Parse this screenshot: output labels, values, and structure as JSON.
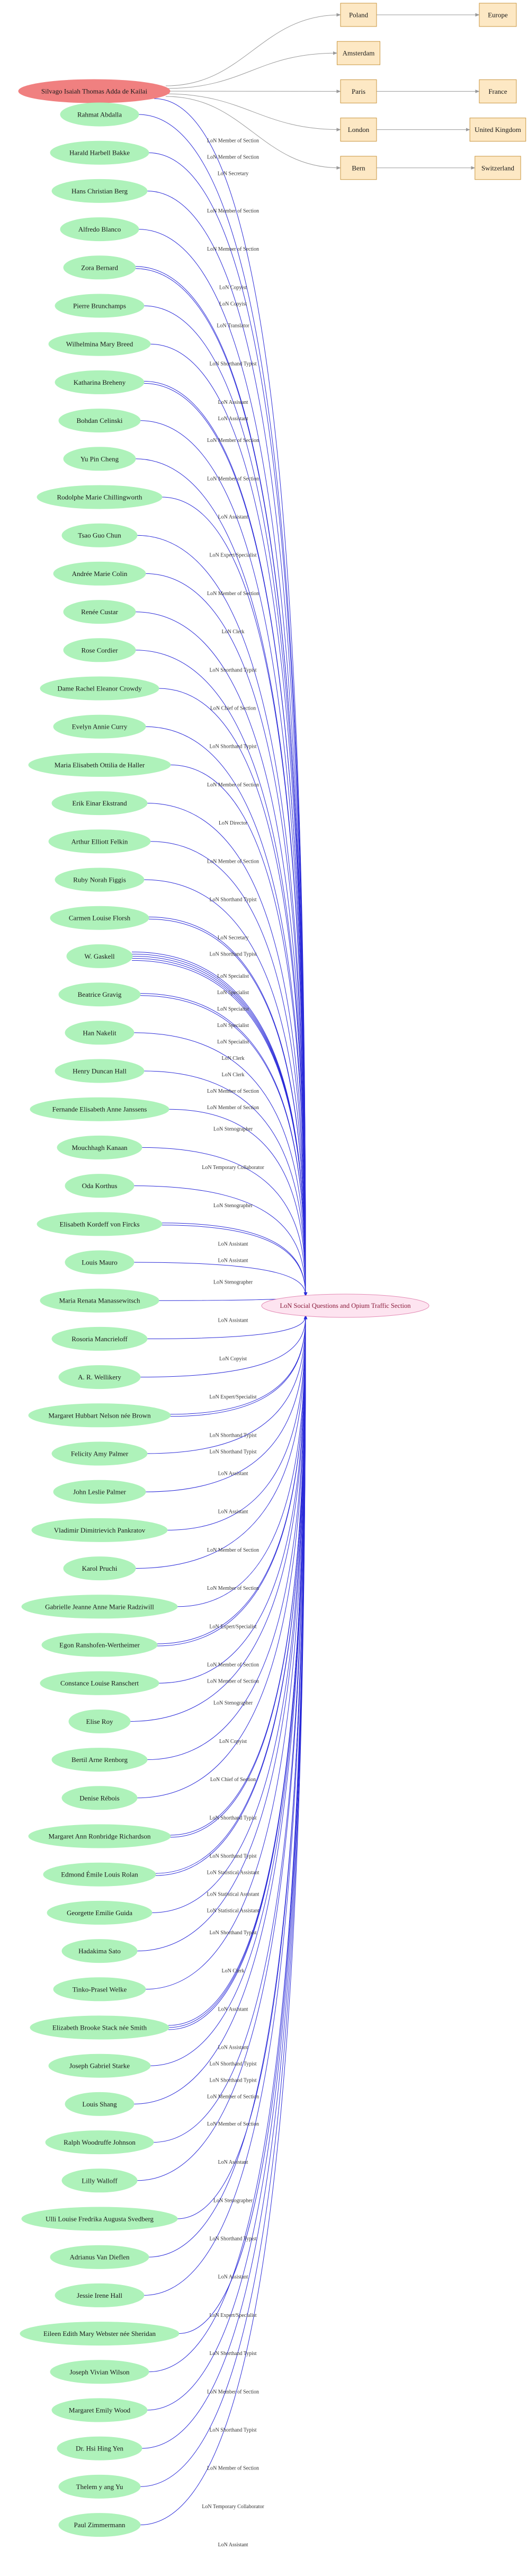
{
  "diagram": {
    "source": {
      "name": "Silvago Isaiah Thomas Adda de Kailai",
      "roles": [
        "LoN Member of Section"
      ]
    },
    "section": "LoN Social Questions and Opium Traffic Section",
    "places": [
      {
        "name": "Poland",
        "located_in": "Europe"
      },
      {
        "name": "Amsterdam",
        "located_in": null
      },
      {
        "name": "Paris",
        "located_in": "France"
      },
      {
        "name": "London",
        "located_in": "United Kingdom"
      },
      {
        "name": "Bern",
        "located_in": "Switzerland"
      }
    ],
    "people": [
      {
        "name": "Rahmat Abdalla",
        "roles": [
          "LoN Member of Section"
        ]
      },
      {
        "name": "Harald Harbell Bakke",
        "roles": [
          "LoN Secretary"
        ]
      },
      {
        "name": "Hans Christian Berg",
        "roles": [
          "LoN Member of Section"
        ]
      },
      {
        "name": "Alfredo Blanco",
        "roles": [
          "LoN Member of Section"
        ]
      },
      {
        "name": "Zora Bernard",
        "roles": [
          "LoN Copyist",
          "LoN Copyist"
        ]
      },
      {
        "name": "Pierre Brunchamps",
        "roles": [
          "LoN Translator"
        ]
      },
      {
        "name": "Wilhelmina Mary Breed",
        "roles": [
          "LoN Shorthand Typist"
        ]
      },
      {
        "name": "Katharina Breheny",
        "roles": [
          "LoN Assistant",
          "LoN Assistant"
        ]
      },
      {
        "name": "Bohdan Celinski",
        "roles": [
          "LoN Member of Section"
        ]
      },
      {
        "name": "Yu Pin Cheng",
        "roles": [
          "LoN Member of Section"
        ]
      },
      {
        "name": "Rodolphe Marie Chillingworth",
        "roles": [
          "LoN Assistant"
        ]
      },
      {
        "name": "Tsao Guo Chun",
        "roles": [
          "LoN Expert/Specialist"
        ]
      },
      {
        "name": "Andrée Marie Colin",
        "roles": [
          "LoN Member of Section"
        ]
      },
      {
        "name": "Renée Custar",
        "roles": [
          "LoN Clerk"
        ]
      },
      {
        "name": "Rose Cordier",
        "roles": [
          "LoN Shorthand Typist"
        ]
      },
      {
        "name": "Dame Rachel Eleanor Crowdy",
        "roles": [
          "LoN Chief of Section"
        ]
      },
      {
        "name": "Evelyn Annie Curry",
        "roles": [
          "LoN Shorthand Typist"
        ]
      },
      {
        "name": "Maria Elisabeth Ottilia de Haller",
        "roles": [
          "LoN Member of Section"
        ]
      },
      {
        "name": "Erik Einar Ekstrand",
        "roles": [
          "LoN Director"
        ]
      },
      {
        "name": "Arthur Elliott Felkin",
        "roles": [
          "LoN Member of Section"
        ]
      },
      {
        "name": "Ruby Norah Figgis",
        "roles": [
          "LoN Shorthand Typist"
        ]
      },
      {
        "name": "Carmen Louise Florsh",
        "roles": [
          "LoN Secretary",
          "LoN Shorthand Typist"
        ]
      },
      {
        "name": "W. Gaskell",
        "roles": [
          "LoN Specialist",
          "LoN Specialist",
          "LoN Specialist",
          "LoN Specialist",
          "LoN Specialist"
        ]
      },
      {
        "name": "Beatrice Gravig",
        "roles": [
          "LoN Clerk",
          "LoN Clerk"
        ]
      },
      {
        "name": "Han Nakelit",
        "roles": [
          "LoN Member of Section"
        ]
      },
      {
        "name": "Henry Duncan Hall",
        "roles": [
          "LoN Member of Section"
        ]
      },
      {
        "name": "Fernande Elisabeth Anne Janssens",
        "roles": [
          "LoN Stenographer"
        ]
      },
      {
        "name": "Mouchhagh Kanaan",
        "roles": [
          "LoN Temporary Collaborator"
        ]
      },
      {
        "name": "Oda Korthus",
        "roles": [
          "LoN Stenographer"
        ]
      },
      {
        "name": "Elisabeth Kordeff von Fircks",
        "roles": [
          "LoN Assistant",
          "LoN Assistant"
        ]
      },
      {
        "name": "Louis Mauro",
        "roles": [
          "LoN Stenographer"
        ]
      },
      {
        "name": "Maria Renata Manassewitsch",
        "roles": [
          "LoN Assistant"
        ]
      },
      {
        "name": "Rosoria Mancrieloff",
        "roles": [
          "LoN Copyist"
        ]
      },
      {
        "name": "A. R. Wellikery",
        "roles": [
          "LoN Expert/Specialist"
        ]
      },
      {
        "name": "Margaret Hubbart Nelson née Brown",
        "roles": [
          "LoN Shorthand Typist",
          "LoN Shorthand Typist"
        ]
      },
      {
        "name": "Felicity Amy Palmer",
        "roles": [
          "LoN Assistant"
        ]
      },
      {
        "name": "John Leslie Palmer",
        "roles": [
          "LoN Assistant"
        ]
      },
      {
        "name": "Vladimir Dimitrievich Pankratov",
        "roles": [
          "LoN Member of Section"
        ]
      },
      {
        "name": "Karol Pruchi",
        "roles": [
          "LoN Member of Section"
        ]
      },
      {
        "name": "Gabrielle Jeanne Anne Marie Radziwill",
        "roles": [
          "LoN Expert/Specialist"
        ]
      },
      {
        "name": "Egon Ranshofen-Wertheimer",
        "roles": [
          "LoN Member of Section",
          "LoN Member of Section"
        ]
      },
      {
        "name": "Constance Louise Ranschert",
        "roles": [
          "LoN Stenographer"
        ]
      },
      {
        "name": "Elise Roy",
        "roles": [
          "LoN Copyist"
        ]
      },
      {
        "name": "Bertil Arne Renborg",
        "roles": [
          "LoN Chief of Section"
        ]
      },
      {
        "name": "Denise Rébois",
        "roles": [
          "LoN Shorthand Typist"
        ]
      },
      {
        "name": "Margaret Ann Ronbridge Richardson",
        "roles": [
          "LoN Shorthand Typist",
          "LoN Statistical Assistant"
        ]
      },
      {
        "name": "Edmond Émile Louis Rolan",
        "roles": [
          "LoN Statistical Assistant",
          "LoN Statistical Assistant"
        ]
      },
      {
        "name": "Georgette Emilie Guida",
        "roles": [
          "LoN Shorthand Typist"
        ]
      },
      {
        "name": "Hadakima Sato",
        "roles": [
          "LoN Clerk"
        ]
      },
      {
        "name": "Tinko-Prasel Welke",
        "roles": [
          "LoN Assistant"
        ]
      },
      {
        "name": "Elizabeth Brooke Stack née Smith",
        "roles": [
          "LoN Assistant",
          "LoN Shorthand Typist",
          "LoN Shorthand Typist"
        ]
      },
      {
        "name": "Joseph Gabriel Starke",
        "roles": [
          "LoN Member of Section"
        ]
      },
      {
        "name": "Louis Shang",
        "roles": [
          "LoN Member of Section"
        ]
      },
      {
        "name": "Ralph Woodruffe Johnson",
        "roles": [
          "LoN Assistant"
        ]
      },
      {
        "name": "Lilly Walloff",
        "roles": [
          "LoN Stenographer"
        ]
      },
      {
        "name": "Ulli Louise Fredrika Augusta Svedberg",
        "roles": [
          "LoN Shorthand Typist"
        ]
      },
      {
        "name": "Adrianus Van Dieflen",
        "roles": [
          "LoN Assistant"
        ]
      },
      {
        "name": "Jessie Irene Hall",
        "roles": [
          "LoN Expert/Specialist"
        ]
      },
      {
        "name": "Eileen Edith Mary Webster née Sheridan",
        "roles": [
          "LoN Shorthand Typist"
        ]
      },
      {
        "name": "Joseph Vivian Wilson",
        "roles": [
          "LoN Member of Section"
        ]
      },
      {
        "name": "Margaret Emily Wood",
        "roles": [
          "LoN Shorthand Typist"
        ]
      },
      {
        "name": "Dr. Hsi Hing Yen",
        "roles": [
          "LoN Member of Section"
        ]
      },
      {
        "name": "Thelem y ang Yu",
        "roles": [
          "LoN Temporary Collaborator"
        ]
      },
      {
        "name": "Paul Zimmermann",
        "roles": [
          "LoN Assistant"
        ]
      }
    ],
    "colors": {
      "source_node": "#f08080",
      "person_node": "#aef2ba",
      "place_node": "#fde8c4",
      "place_border": "#c9963f",
      "section_node": "#fde4f0",
      "section_border": "#e38ab4",
      "section_text": "#8a1c3c",
      "edge": "#2a2ad8",
      "place_edge": "#9a9a9a"
    }
  }
}
